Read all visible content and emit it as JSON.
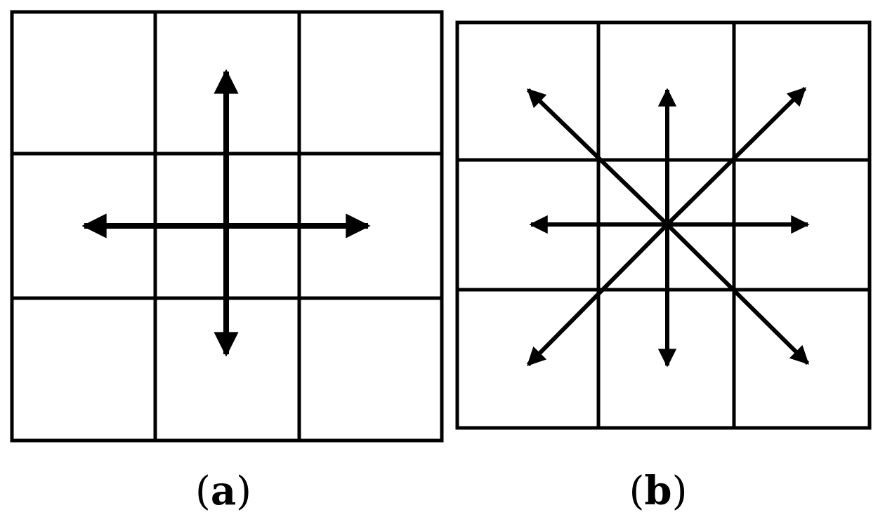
{
  "panels": [
    {
      "id": "a",
      "caption_open": "(",
      "caption_letter": "a",
      "caption_close": ")",
      "neighborhood": "4-connected",
      "directions": [
        "up",
        "down",
        "left",
        "right"
      ]
    },
    {
      "id": "b",
      "caption_open": "(",
      "caption_letter": "b",
      "caption_close": ")",
      "neighborhood": "8-connected",
      "directions": [
        "up",
        "down",
        "left",
        "right",
        "up-left",
        "up-right",
        "down-left",
        "down-right"
      ]
    }
  ],
  "colors": {
    "stroke": "#000000",
    "background": "#ffffff"
  }
}
